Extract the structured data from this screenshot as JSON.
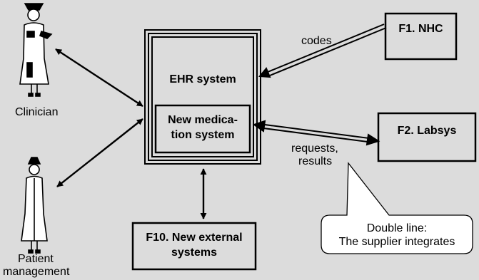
{
  "actors": {
    "clinician": "Clinician",
    "patient_management_line1": "Patient",
    "patient_management_line2": "management"
  },
  "systems": {
    "ehr": "EHR system",
    "medication_line1": "New medica-",
    "medication_line2": "tion system",
    "nhc": "F1. NHC",
    "labsys": "F2. Labsys",
    "external_line1": "F10. New external",
    "external_line2": "systems"
  },
  "flows": {
    "codes": "codes",
    "requests_line1": "requests,",
    "requests_line2": "results"
  },
  "callout": {
    "line1": "Double line:",
    "line2": "The supplier integrates"
  }
}
